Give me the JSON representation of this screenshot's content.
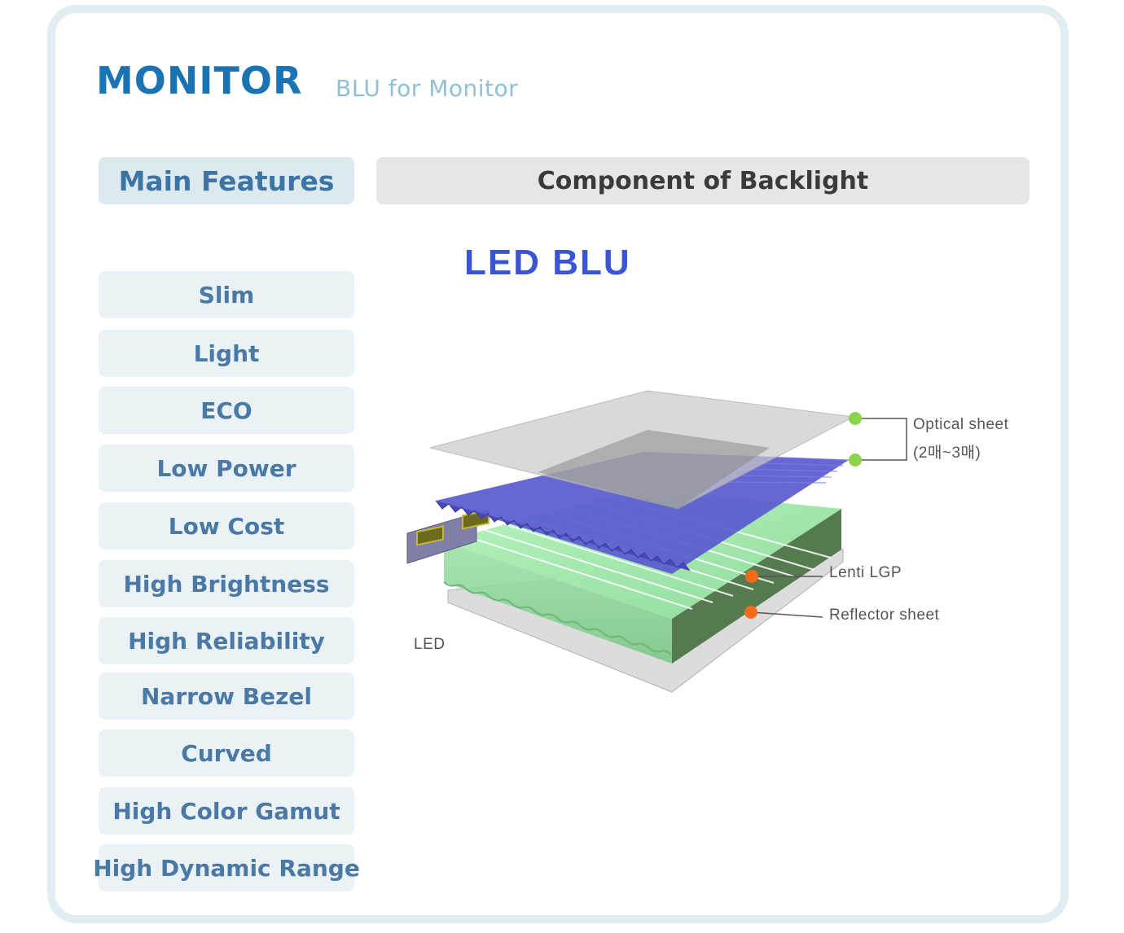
{
  "header": {
    "title": "MONITOR",
    "subtitle": "BLU for Monitor"
  },
  "features": {
    "header": "Main Features",
    "items": [
      "Slim",
      "Light",
      "ECO",
      "Low Power",
      "Low Cost",
      "High Brightness",
      "High Reliability",
      "Narrow Bezel",
      "Curved",
      "High Color Gamut",
      "High Dynamic Range"
    ]
  },
  "component": {
    "tab_label": "Component of Backlight",
    "diagram_title": "LED BLU",
    "labels": {
      "optical_sheet": "Optical  sheet",
      "optical_sheet_note": "(2매~3매)",
      "lenti_lgp": "Lenti  LGP",
      "reflector_sheet": "Reflector  sheet",
      "led": "LED"
    }
  },
  "colors": {
    "title": "#1a73b3",
    "subtitle": "#8ec1d6",
    "feature_text": "#4a79a6",
    "diagram_title": "#3a55d4",
    "optical_sheet": "#5a5ad0",
    "lgp": "#a8ecb0",
    "marker_green": "#8cd34a",
    "marker_orange": "#f26b1d"
  }
}
